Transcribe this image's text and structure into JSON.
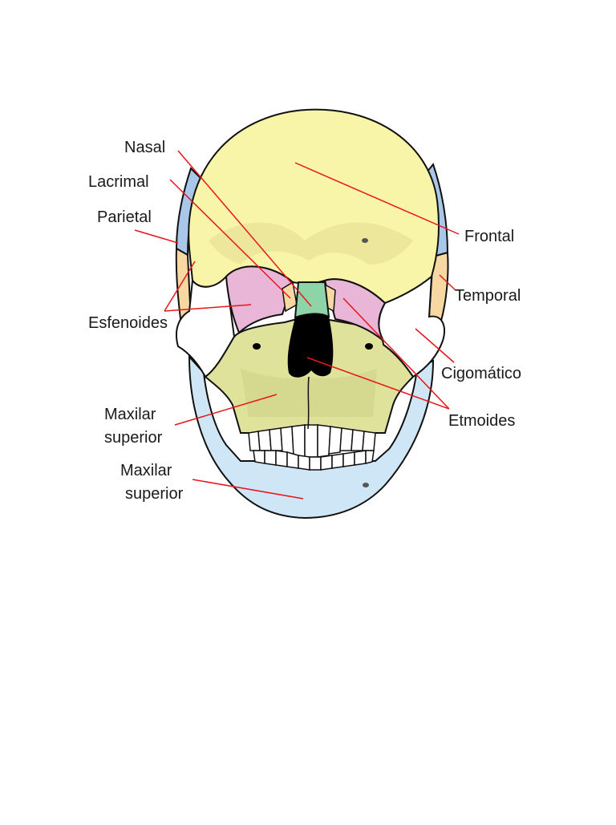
{
  "colors": {
    "frontal": "#f8f4a8",
    "frontal_shade": "#e6dd92",
    "parietal": "#a9c7e8",
    "temporal": "#f7d7a2",
    "esfenoides": "#e9b6d7",
    "nasal": "#8fd3a8",
    "maxilar": "#dfe29a",
    "maxilar_shade": "#c9cd82",
    "mandibula": "#cfe6f6",
    "cigomatico": "#ffffff",
    "leader": "#e8151b",
    "outline": "#111111"
  },
  "labels": {
    "nasal": "Nasal",
    "lacrimal": "Lacrimal",
    "parietal": "Parietal",
    "esfenoides": "Esfenoides",
    "maxilar_superior_1_line1": "Maxilar",
    "maxilar_superior_1_line2": "superior",
    "maxilar_superior_2_line1": "Maxilar",
    "maxilar_superior_2_line2": "superior",
    "frontal": "Frontal",
    "temporal": "Temporal",
    "cigomatico": "Cigomático",
    "etmoides": "Etmoides"
  }
}
